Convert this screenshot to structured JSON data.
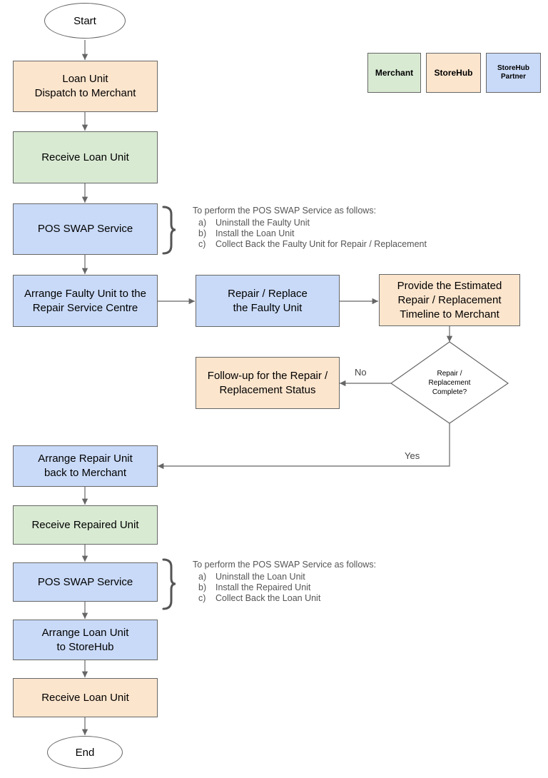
{
  "colors": {
    "merchant": "#d9ead3",
    "storehub": "#fce5cd",
    "partner": "#c9daf8",
    "line": "#666666"
  },
  "legend": {
    "merchant": "Merchant",
    "storehub": "StoreHub",
    "partner": "StoreHub\nPartner"
  },
  "nodes": {
    "start": "Start",
    "loan_dispatch": "Loan Unit\nDispatch to Merchant",
    "receive_loan_unit": "Receive Loan Unit",
    "pos_swap_1": "POS SWAP Service",
    "arrange_faulty": "Arrange Faulty Unit to the\nRepair Service Centre",
    "repair_replace": "Repair / Replace\nthe Faulty Unit",
    "provide_timeline": "Provide the Estimated\nRepair / Replacement\nTimeline to Merchant",
    "decision": "Repair /\nReplacement\nComplete?",
    "follow_up": "Follow-up for the Repair /\nReplacement Status",
    "arrange_repair_back": "Arrange Repair Unit\nback to Merchant",
    "receive_repaired": "Receive Repaired Unit",
    "pos_swap_2": "POS SWAP Service",
    "arrange_loan_back": "Arrange Loan Unit\nto StoreHub",
    "receive_loan_unit_2": "Receive Loan Unit",
    "end": "End"
  },
  "edge_labels": {
    "no": "No",
    "yes": "Yes"
  },
  "notes": {
    "swap_1": {
      "title": "To perform the POS SWAP Service as follows:",
      "items": [
        {
          "marker": "a)",
          "text": "Uninstall the Faulty Unit"
        },
        {
          "marker": "b)",
          "text": "Install the Loan Unit"
        },
        {
          "marker": "c)",
          "text": "Collect Back the Faulty Unit for Repair / Replacement"
        }
      ]
    },
    "swap_2": {
      "title": "To perform the POS SWAP Service as follows:",
      "items": [
        {
          "marker": "a)",
          "text": "Uninstall the Loan Unit"
        },
        {
          "marker": "b)",
          "text": "Install the Repaired Unit"
        },
        {
          "marker": "c)",
          "text": "Collect Back the Loan Unit"
        }
      ]
    }
  }
}
